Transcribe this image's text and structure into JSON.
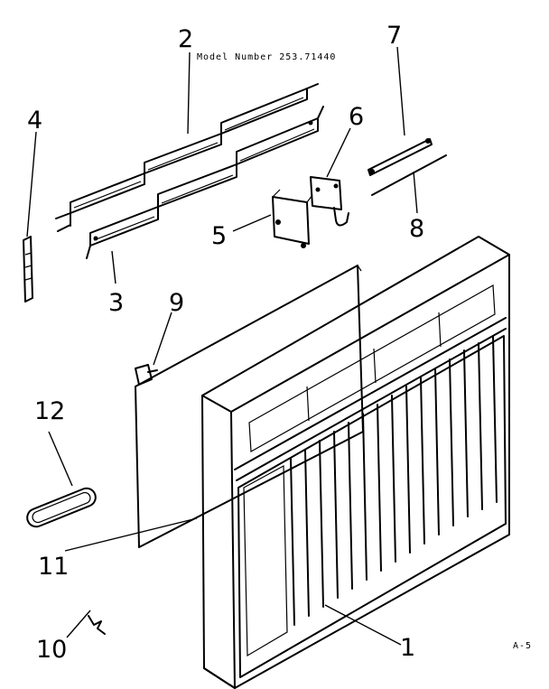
{
  "model_label": "Model Number 253.71440",
  "page_code": "A-5",
  "callouts": [
    "1",
    "2",
    "3",
    "4",
    "5",
    "6",
    "7",
    "8",
    "9",
    "10",
    "11",
    "12"
  ]
}
